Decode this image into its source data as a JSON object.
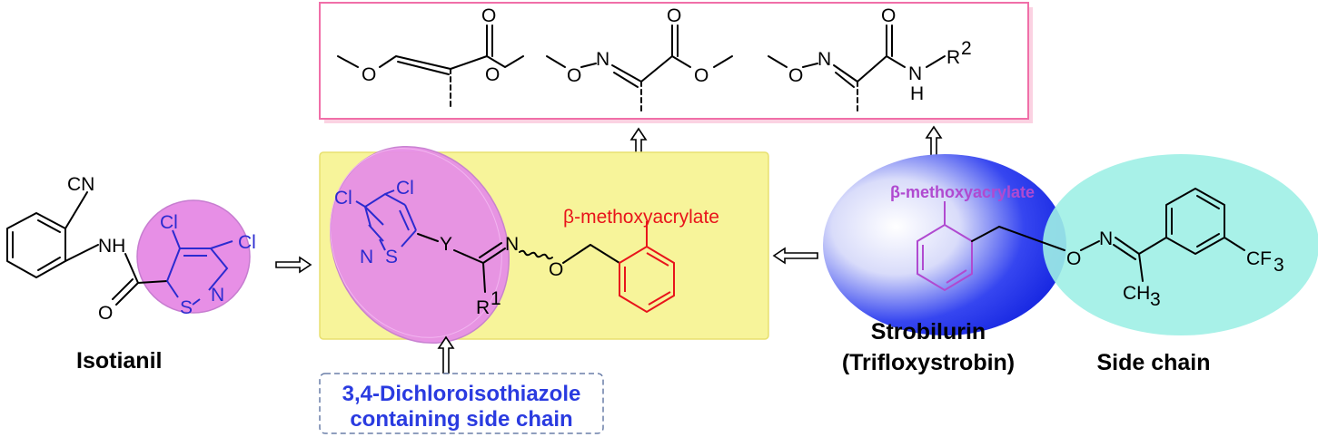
{
  "labels": {
    "isotianil": "Isotianil",
    "strobilurin_line1": "Strobilurin",
    "strobilurin_line2": "(Trifloxystrobin)",
    "side_chain": "Side chain",
    "dichloro_line1": "3,4-Dichloroisothiazole",
    "dichloro_line2": "containing side chain",
    "methoxyacrylate_red": "β-methoxyacrylate",
    "methoxyacrylate_purple": "β-methoxyacrylate"
  },
  "atoms": {
    "cn": "CN",
    "nh": "NH",
    "o": "O",
    "cl": "Cl",
    "n": "N",
    "s": "S",
    "y": "Y",
    "r1": "R",
    "r1_sup": "1",
    "r2": "R",
    "r2_sup": "2",
    "h": "H",
    "cf3": "CF",
    "cf3_sub": "3",
    "ch3": "CH",
    "ch3_sub": "3"
  },
  "colors": {
    "yellow_box": "#f7f49a",
    "magenta_ellipse": "#e78fe6",
    "blue_ellipse": "#1f2ff0",
    "cyan_ellipse": "#9eefe6",
    "pink_box_border": "#f06fa8",
    "red": "#e8141b",
    "blue_text": "#2a3be0"
  }
}
